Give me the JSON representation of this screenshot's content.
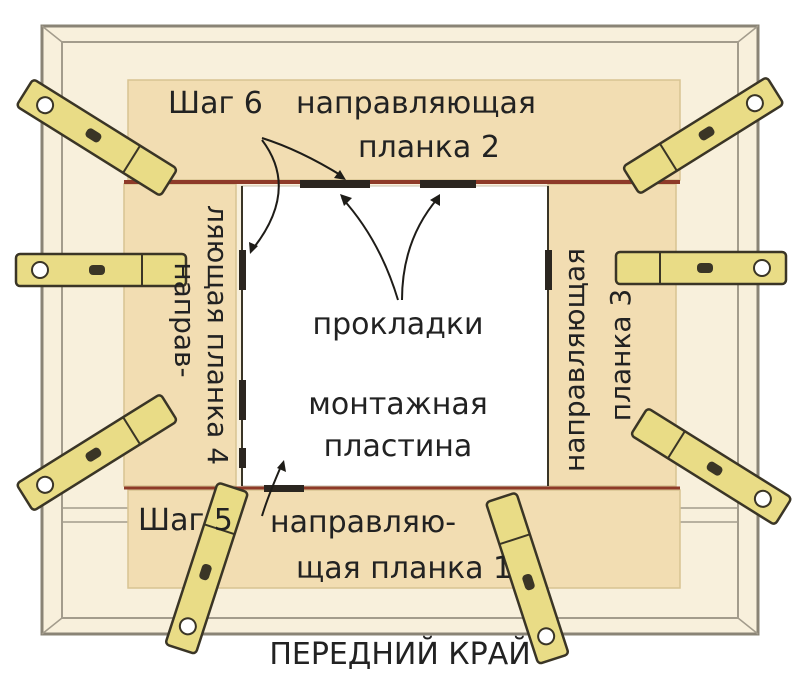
{
  "colors": {
    "board": "#f8f0dc",
    "frame_line": "#8a8476",
    "strip": "#f2ddb2",
    "strip_edge": "#8e3a28",
    "clamp": "#e9dc86",
    "clamp_edge": "#3a3526",
    "text": "#222222"
  },
  "labels": {
    "step6": "Шаг 6",
    "strip2_line1": "направляющая",
    "strip2_line2": "планка 2",
    "strip4_line1": "направ-",
    "strip4_line2": "ляющая планка 4",
    "strip3_line1": "направляющая",
    "strip3_line2": "планка 3",
    "spacers": "прокладки",
    "plate_line1": "монтажная",
    "plate_line2": "пластина",
    "step5": "Шаг 5",
    "strip1_line1": "направляю-",
    "strip1_line2": "щая планка 1",
    "front_edge": "ПЕРЕДНИЙ КРАЙ"
  }
}
